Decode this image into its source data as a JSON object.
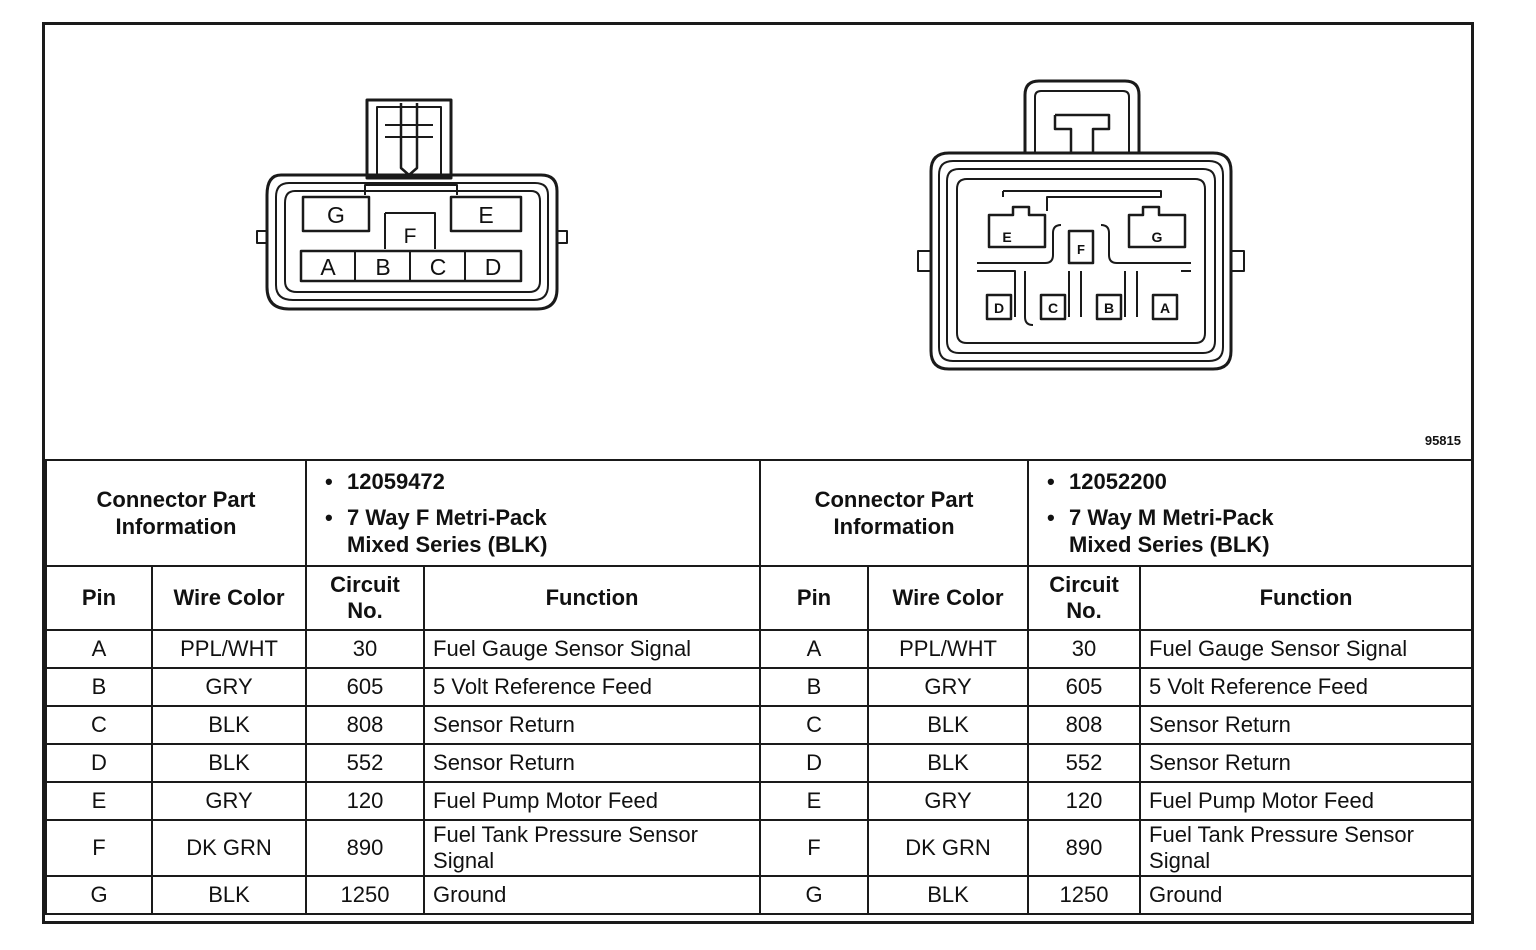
{
  "figure_number": "95815",
  "connectors": [
    {
      "label": "Connector Part Information",
      "part_number": "12059472",
      "description_line1": "7 Way F Metri-Pack",
      "description_line2": "Mixed Series (BLK)",
      "cavity_labels": {
        "top": [
          "G",
          "F",
          "E"
        ],
        "bottom": [
          "A",
          "B",
          "C",
          "D"
        ]
      }
    },
    {
      "label": "Connector Part Information",
      "part_number": "12052200",
      "description_line1": "7 Way M Metri-Pack",
      "description_line2": "Mixed Series (BLK)",
      "cavity_labels": {
        "top": [
          "E",
          "F",
          "G"
        ],
        "bottom": [
          "D",
          "C",
          "B",
          "A"
        ]
      }
    }
  ],
  "columns": {
    "pin": "Pin",
    "wire_color": "Wire Color",
    "circuit_line1": "Circuit",
    "circuit_line2": "No.",
    "function": "Function"
  },
  "rows": [
    {
      "pin": "A",
      "wire": "PPL/WHT",
      "circuit": "30",
      "function": "Fuel Gauge Sensor Signal"
    },
    {
      "pin": "B",
      "wire": "GRY",
      "circuit": "605",
      "function": "5 Volt Reference Feed"
    },
    {
      "pin": "C",
      "wire": "BLK",
      "circuit": "808",
      "function": "Sensor Return"
    },
    {
      "pin": "D",
      "wire": "BLK",
      "circuit": "552",
      "function": "Sensor Return"
    },
    {
      "pin": "E",
      "wire": "GRY",
      "circuit": "120",
      "function": "Fuel Pump Motor Feed"
    },
    {
      "pin": "F",
      "wire": "DK GRN",
      "circuit": "890",
      "function": "Fuel Tank Pressure Sensor Signal"
    },
    {
      "pin": "G",
      "wire": "BLK",
      "circuit": "1250",
      "function": "Ground"
    }
  ]
}
